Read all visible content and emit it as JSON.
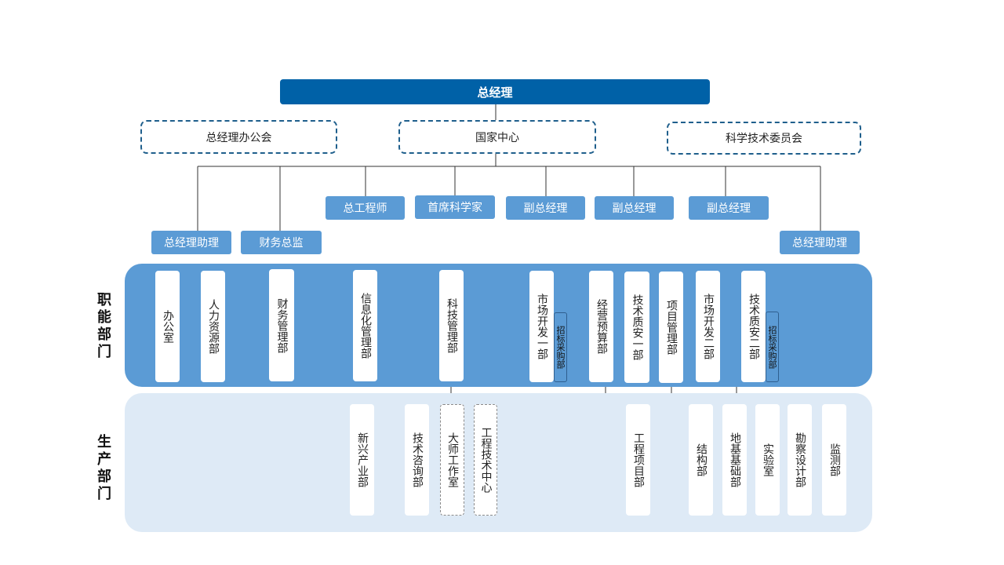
{
  "top": {
    "label": "总经理"
  },
  "committees": {
    "office": "总经理办公会",
    "center": "国家中心",
    "science": "科学技术委员会"
  },
  "roles": {
    "chief_engineer": "总工程师",
    "chief_scientist": "首席科学家",
    "vp1": "副总经理",
    "vp2": "副总经理",
    "vp3": "副总经理",
    "assistant_left": "总经理助理",
    "cfo": "财务总监",
    "assistant_right": "总经理助理"
  },
  "bands": {
    "functional": "职能部门",
    "production": "生产部门"
  },
  "functional_depts": [
    "办公室",
    "人力资源部",
    "财务管理部",
    "信息化管理部",
    "科技管理部",
    "市场开发一部",
    "经营预算部",
    "技术质安一部",
    "项目管理部",
    "市场开发二部",
    "技术质安二部"
  ],
  "functional_tags": [
    "招标采购部",
    "招标采购部"
  ],
  "production_depts": [
    "新兴产业部",
    "技术咨询部",
    "大师工作室",
    "工程技术中心",
    "工程项目部",
    "结构部",
    "地基基础部",
    "实验室",
    "勘察设计部",
    "监测部"
  ],
  "colors": {
    "primary": "#0061a7",
    "role": "#5b9bd5",
    "functional_band": "#5b9bd5",
    "production_band": "#deeaf6",
    "line": "#333333"
  }
}
